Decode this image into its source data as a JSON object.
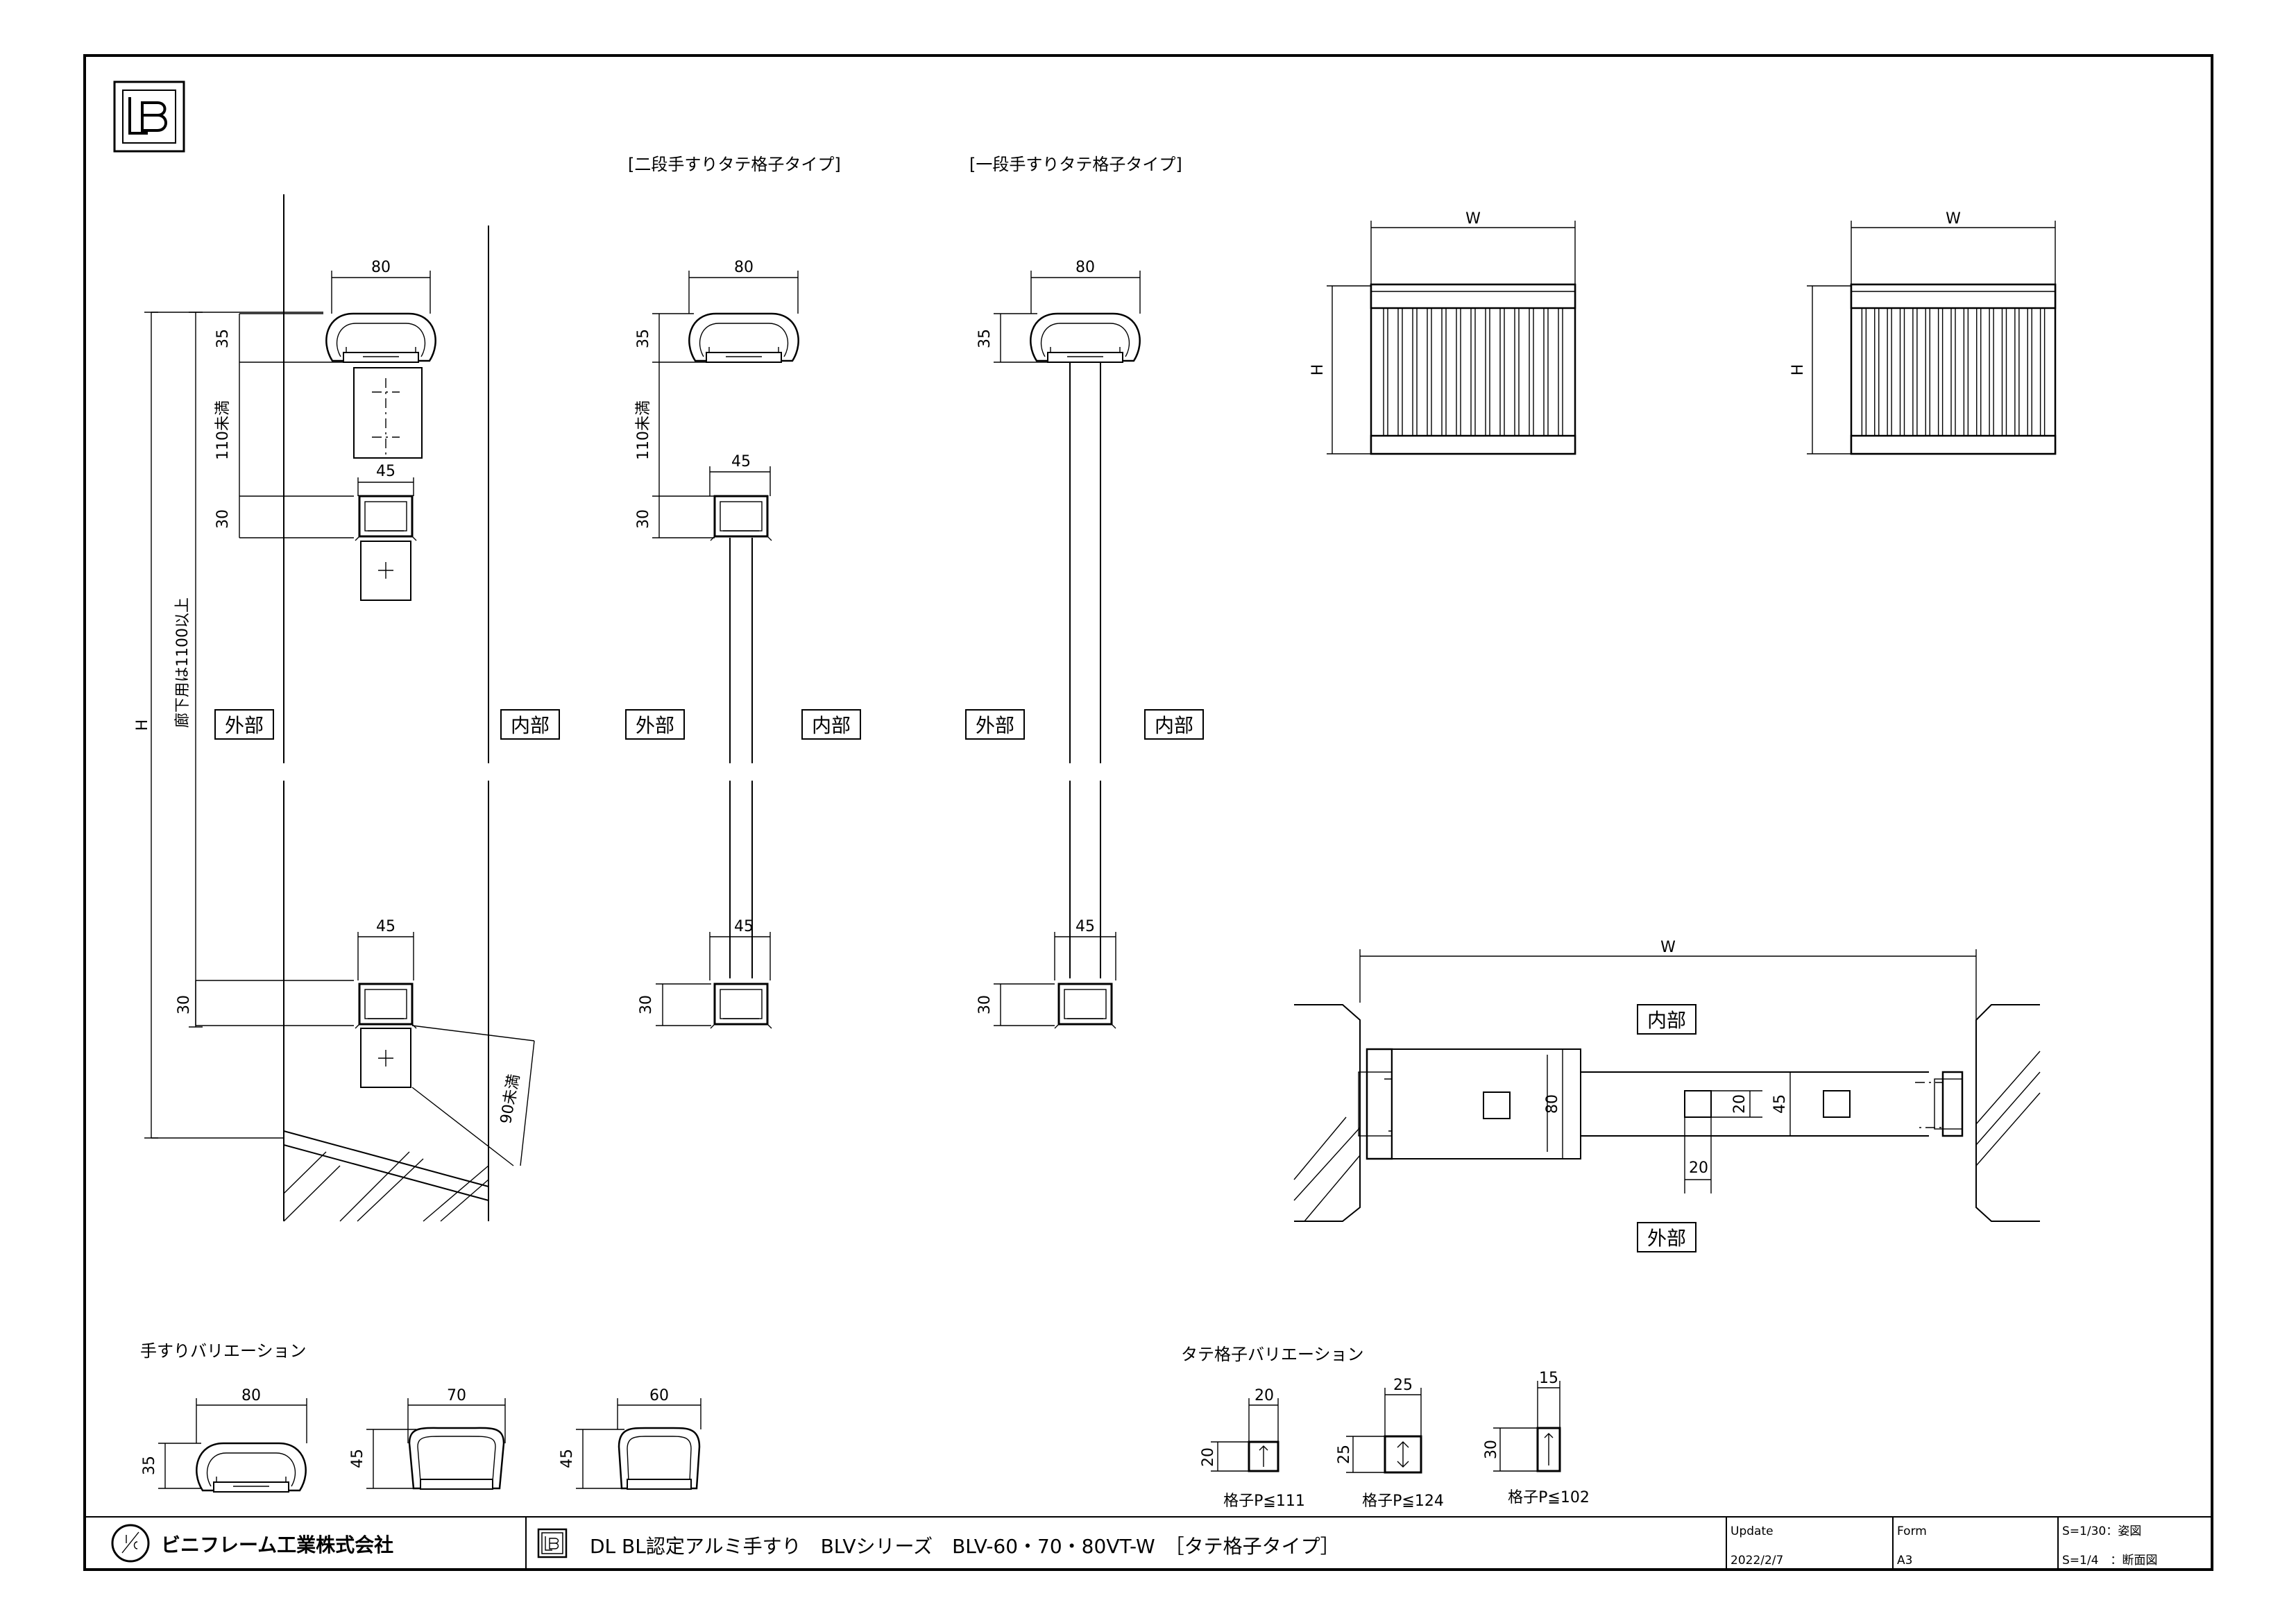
{
  "title_block": {
    "company": "ビニフレーム工業株式会社",
    "drawing_title": "DL BL認定アルミ手すり　BLVシリーズ　BLV-60・70・80VT-W　［タテ格子タイプ］",
    "update_label": "Update",
    "update_value": "2022/2/7",
    "form_label": "Form",
    "form_value": "A3",
    "scale_1": "S=1/30：姿図",
    "scale_2": "S=1/4　：断面図"
  },
  "section_titles": {
    "two_stage": "[二段手すりタテ格子タイプ]",
    "one_stage": "[一段手すりタテ格子タイプ]",
    "handrail_variation": "手すりバリエーション",
    "baluster_variation": "タテ格子バリエーション"
  },
  "labels": {
    "exterior": "外部",
    "interior": "内部"
  },
  "dims": {
    "d80": "80",
    "d70": "70",
    "d60": "60",
    "d45": "45",
    "d35": "35",
    "d30": "30",
    "d25": "25",
    "d20": "20",
    "d15": "15",
    "under110": "110未満",
    "under90": "90未満",
    "corridor": "廊下用は1100以上",
    "H": "H",
    "W": "W"
  },
  "pitch": {
    "p111": "格子P≦111",
    "p124": "格子P≦124",
    "p102": "格子P≦102"
  }
}
